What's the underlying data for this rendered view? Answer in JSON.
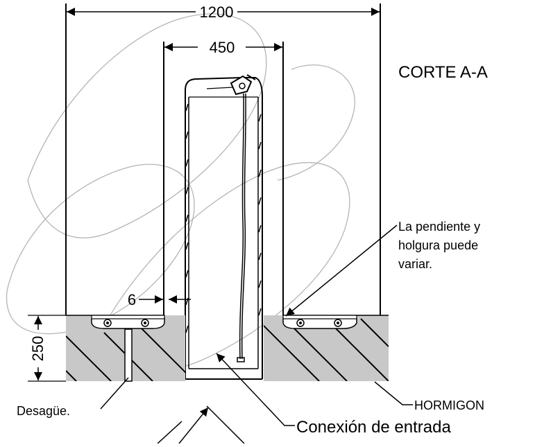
{
  "drawing": {
    "section_title": "CORTE A-A",
    "dimensions": {
      "overall_width": "1200",
      "inner_width": "450",
      "gap": "6",
      "depth": "250"
    },
    "notes": {
      "slope_note_lines": [
        "La pendiente y",
        "holgura puede",
        "variar."
      ]
    },
    "callouts": {
      "drain": "Desagüe.",
      "concrete": "HORMIGON",
      "inlet_connection": "Conexión de entrada"
    },
    "colors": {
      "concrete_fill": "#c8c8c8",
      "line": "#000000",
      "watermark": "#b4b4b4"
    }
  }
}
